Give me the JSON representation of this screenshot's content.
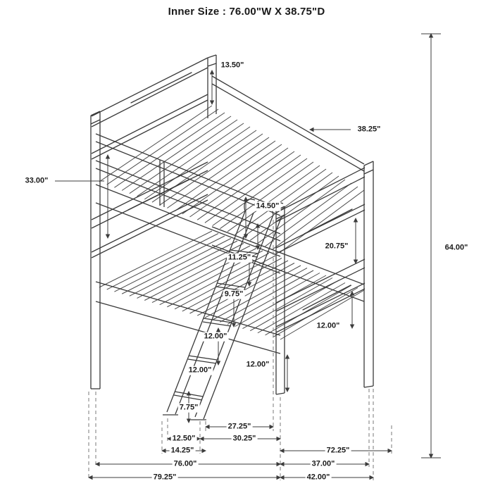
{
  "title": "Inner Size : 76.00\"W X 38.75\"D",
  "dims": {
    "d13_50": "13.50\"",
    "d38_25": "38.25\"",
    "d33_00": "33.00\"",
    "d14_50": "14.50\"",
    "d20_75": "20.75\"",
    "d64_00": "64.00\"",
    "d11_25": "11.25\"",
    "d9_75": "9.75\"",
    "d12_00": "12.00\"",
    "d7_75": "7.75\"",
    "d27_25": "27.25\"",
    "d30_25": "30.25\"",
    "d12_50": "12.50\"",
    "d14_25": "14.25\"",
    "d72_25": "72.25\"",
    "d76_00": "76.00\"",
    "d37_00": "37.00\"",
    "d79_25": "79.25\"",
    "d42_00": "42.00\""
  }
}
